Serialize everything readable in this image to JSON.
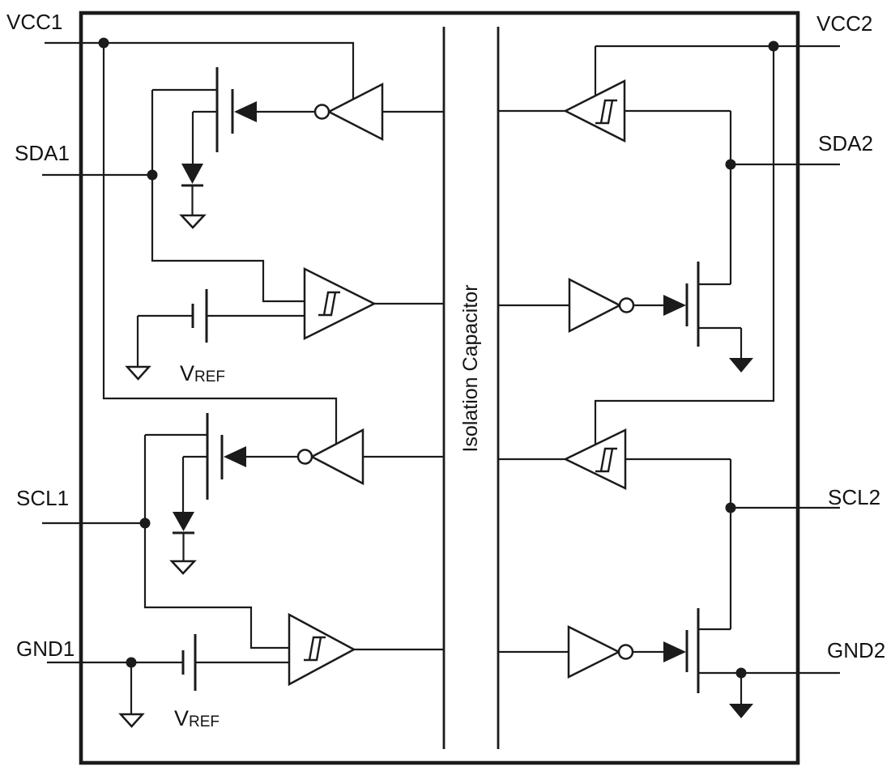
{
  "diagram": {
    "pins": {
      "vcc1": {
        "label": "VCC1"
      },
      "sda1": {
        "label": "SDA1"
      },
      "scl1": {
        "label": "SCL1"
      },
      "gnd1": {
        "label": "GND1"
      },
      "vcc2": {
        "label": "VCC2"
      },
      "sda2": {
        "label": "SDA2"
      },
      "scl2": {
        "label": "SCL2"
      },
      "gnd2": {
        "label": "GND2"
      }
    },
    "barrier": {
      "label": "Isolation Capacitor"
    },
    "vref": {
      "main": "V",
      "sub": "REF"
    },
    "colors": {
      "line": "#1b1b1b",
      "background": "#ffffff"
    }
  }
}
